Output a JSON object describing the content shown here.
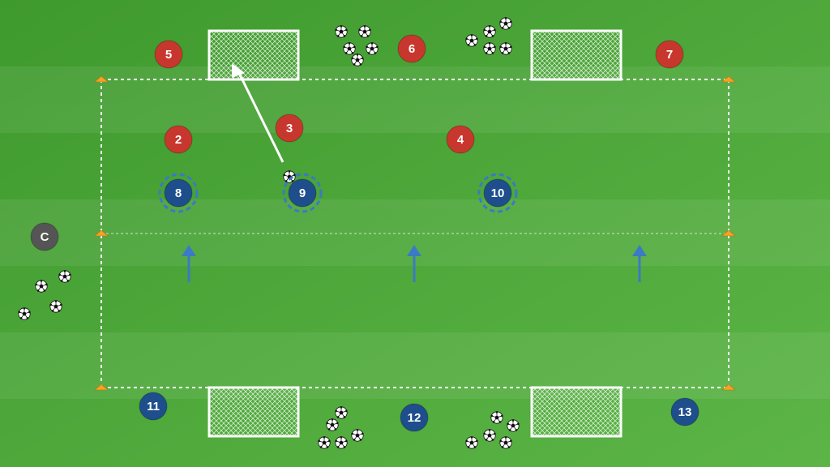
{
  "colors": {
    "grass_dark": "#3f9a2e",
    "grass_light": "#5cb546",
    "stripe": "#ffffff",
    "red_team": "#c8372d",
    "blue_team": "#1f4e8c",
    "blue_ring": "#3b7ac4",
    "coach": "#555555",
    "arrow_blue": "#3b7ac4",
    "cone": "#f3a226",
    "line": "#ffffff"
  },
  "players": {
    "red": [
      {
        "id": "red-5",
        "label": "5",
        "team": "red"
      },
      {
        "id": "red-6",
        "label": "6",
        "team": "red"
      },
      {
        "id": "red-7",
        "label": "7",
        "team": "red"
      },
      {
        "id": "red-2",
        "label": "2",
        "team": "red"
      },
      {
        "id": "red-3",
        "label": "3",
        "team": "red"
      },
      {
        "id": "red-4",
        "label": "4",
        "team": "red"
      }
    ],
    "blue_active": [
      {
        "id": "blue-8",
        "label": "8",
        "team": "blue"
      },
      {
        "id": "blue-9",
        "label": "9",
        "team": "blue"
      },
      {
        "id": "blue-10",
        "label": "10",
        "team": "blue"
      }
    ],
    "blue_waiting": [
      {
        "id": "blue-11",
        "label": "11",
        "team": "blue"
      },
      {
        "id": "blue-12",
        "label": "12",
        "team": "blue"
      },
      {
        "id": "blue-13",
        "label": "13",
        "team": "blue"
      }
    ],
    "coach": {
      "id": "coach",
      "label": "C"
    }
  },
  "icons": {
    "ball": "soccer-ball-icon",
    "goal": "goal-net-icon",
    "cone": "cone-icon",
    "arrow": "movement-arrow-icon"
  }
}
